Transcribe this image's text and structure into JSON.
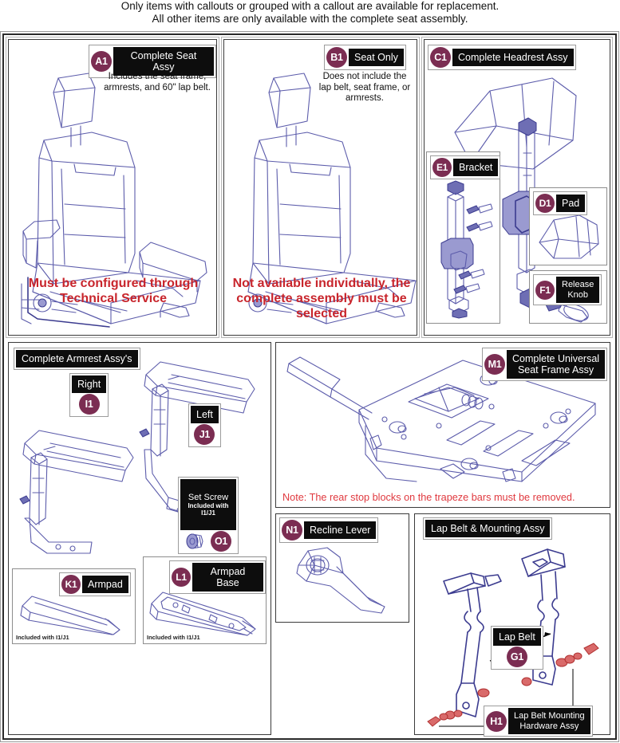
{
  "header": {
    "line1": "Only items with callouts or grouped with a callout are available for replacement.",
    "line2": "All other items are only available with the complete seat assembly."
  },
  "colors": {
    "callout_badge": "#7b2d52",
    "tag_background": "#0d0d0d",
    "tag_text": "#ffffff",
    "line_art": "#5c5cab",
    "warning_text": "#c8252c",
    "note_text": "#e0393f",
    "panel_border": "#3a3a3a"
  },
  "panels": {
    "complete_seat": {
      "callout": "A1",
      "label": "Complete Seat Assy",
      "description": "Includes the seat frame, armrests, and 60\" lap belt.",
      "warning": "Must be configured through Technical Service"
    },
    "seat_only": {
      "callout": "B1",
      "label": "Seat Only",
      "description": "Does not include the lap belt, seat frame, or armrests.",
      "warning": "Not available individually, the complete assembly must be selected"
    },
    "headrest": {
      "callout": "C1",
      "label": "Complete Headrest Assy",
      "items": [
        {
          "callout": "E1",
          "label": "Bracket"
        },
        {
          "callout": "D1",
          "label": "Pad"
        },
        {
          "callout": "F1",
          "label": "Release\nKnob"
        }
      ]
    },
    "armrest": {
      "title": "Complete Armrest Assy's",
      "items": [
        {
          "callout": "I1",
          "label": "Right"
        },
        {
          "callout": "J1",
          "label": "Left"
        },
        {
          "callout": "O1",
          "label": "Set Screw",
          "sublabel": "Included with I1/J1"
        },
        {
          "callout": "K1",
          "label": "Armpad",
          "footnote": "Included with I1/J1"
        },
        {
          "callout": "L1",
          "label": "Armpad Base",
          "footnote": "Included with I1/J1"
        }
      ]
    },
    "seat_frame": {
      "callout": "M1",
      "label": "Complete Universal\nSeat Frame Assy",
      "note": "Note: The rear stop blocks on the trapeze bars must be removed."
    },
    "recline_lever": {
      "callout": "N1",
      "label": "Recline Lever"
    },
    "lap_belt": {
      "title": "Lap Belt & Mounting Assy",
      "items": [
        {
          "callout": "G1",
          "label": "Lap Belt"
        },
        {
          "callout": "H1",
          "label": "Lap Belt Mounting\nHardware Assy"
        }
      ]
    }
  }
}
